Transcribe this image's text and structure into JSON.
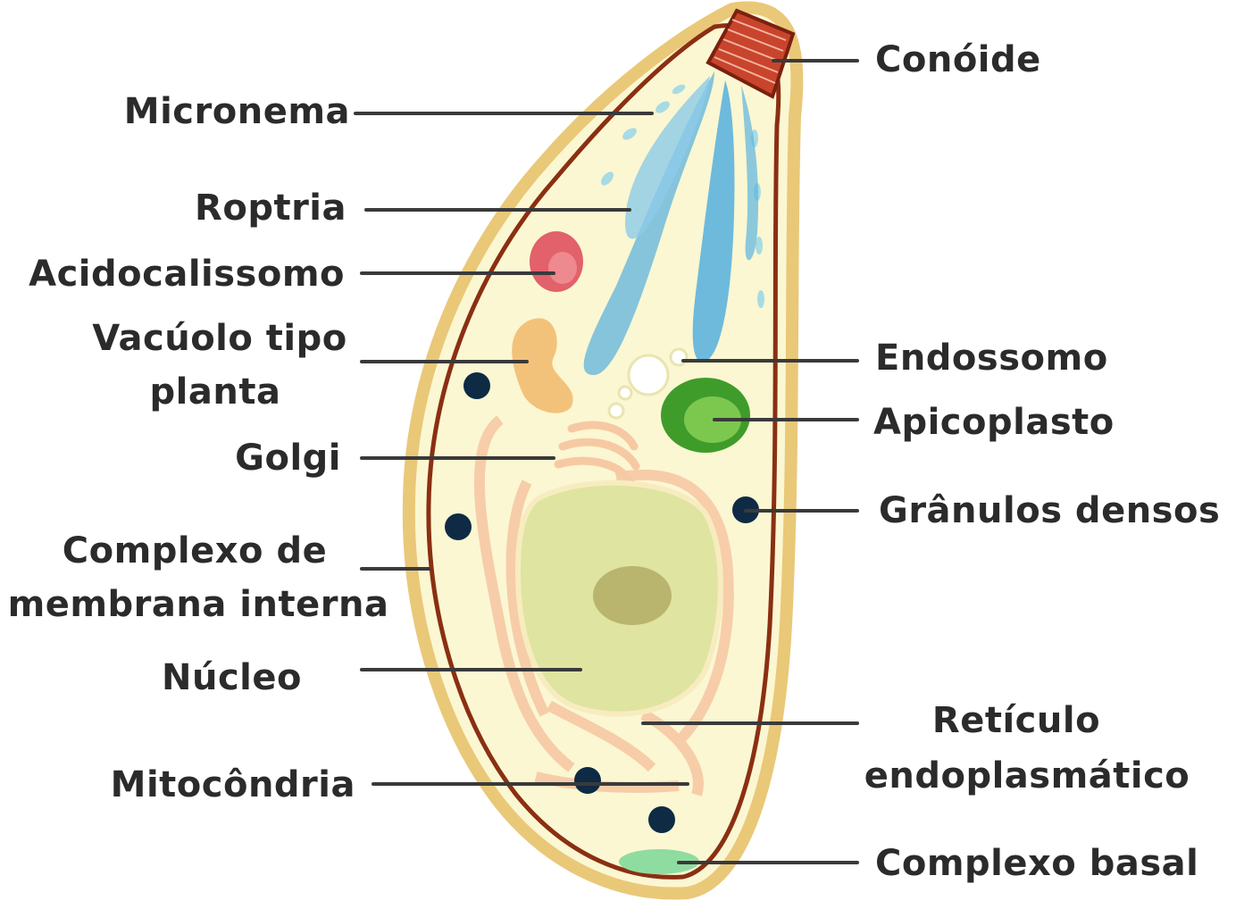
{
  "labels": {
    "conoide": "Conóide",
    "micronema": "Micronema",
    "roptria": "Roptria",
    "acidocalissomo": "Acidocalissomo",
    "vacuolo_line1": "Vacúolo tipo",
    "vacuolo_line2": "planta",
    "endossomo": "Endossomo",
    "apicoplasto": "Apicoplasto",
    "golgi": "Golgi",
    "granulos": "Grânulos densos",
    "complexo_line1": "Complexo de",
    "complexo_line2": "membrana interna",
    "nucleo": "Núcleo",
    "reticulo_line1": "Retículo",
    "reticulo_line2": "endoplasmático",
    "mitocondria": "Mitocôndria",
    "complexo_basal": "Complexo basal"
  },
  "colors": {
    "cytoplasm": "#fbf7d2",
    "outer_membrane": "#e9c878",
    "inner_membrane": "#8a2f12",
    "conoid": "#c9442c",
    "micronemes": "#9ad7e6",
    "rhoptries": "#5db3de",
    "acidocalcisome": "#e2616a",
    "plant_vacuole": "#f3c27a",
    "apicoplast": "#3f9c2a",
    "dense_granules": "#0e2a44",
    "nucleus": "#dfe4a0",
    "nucleolus": "#b9b46e",
    "er_golgi": "#f6c9a4",
    "basal_complex": "#8fdca0"
  }
}
